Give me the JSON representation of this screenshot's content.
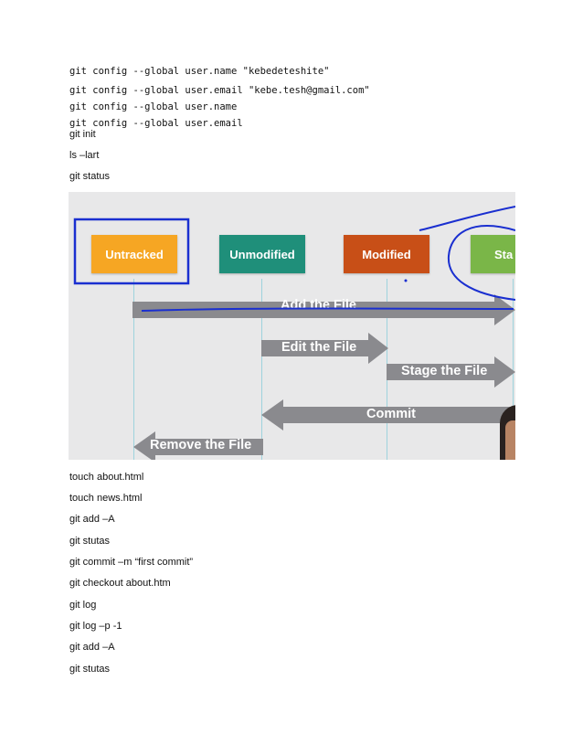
{
  "config_lines": [
    "git config --global user.name \"kebedeteshite\"",
    "git config --global user.email \"kebe.tesh@gmail.com\"",
    "git config --global user.name",
    "git config --global user.email"
  ],
  "commands_top": [
    "git init",
    "ls –lart",
    "git status"
  ],
  "diagram": {
    "states": [
      {
        "label": "Untracked",
        "color": "#f6a623"
      },
      {
        "label": "Unmodified",
        "color": "#1f8f7a"
      },
      {
        "label": "Modified",
        "color": "#c84f17"
      },
      {
        "label": "Sta",
        "color": "#7ab648"
      }
    ],
    "arrows": {
      "add_the_file": "Add the File",
      "edit_the_file": "Edit the File",
      "stage_the_file": "Stage the File",
      "commit": "Commit",
      "remove_the_file": "Remove the File"
    },
    "arrow_color": "#8a8a8e",
    "annotation_color": "#1a2fd0"
  },
  "commands_bottom": [
    "touch about.html",
    "touch news.html",
    "git add –A",
    "git stutas",
    "git commit –m “first commit”",
    "git checkout about.htm",
    "git log",
    "git log –p -1",
    "git add –A",
    "git stutas"
  ]
}
